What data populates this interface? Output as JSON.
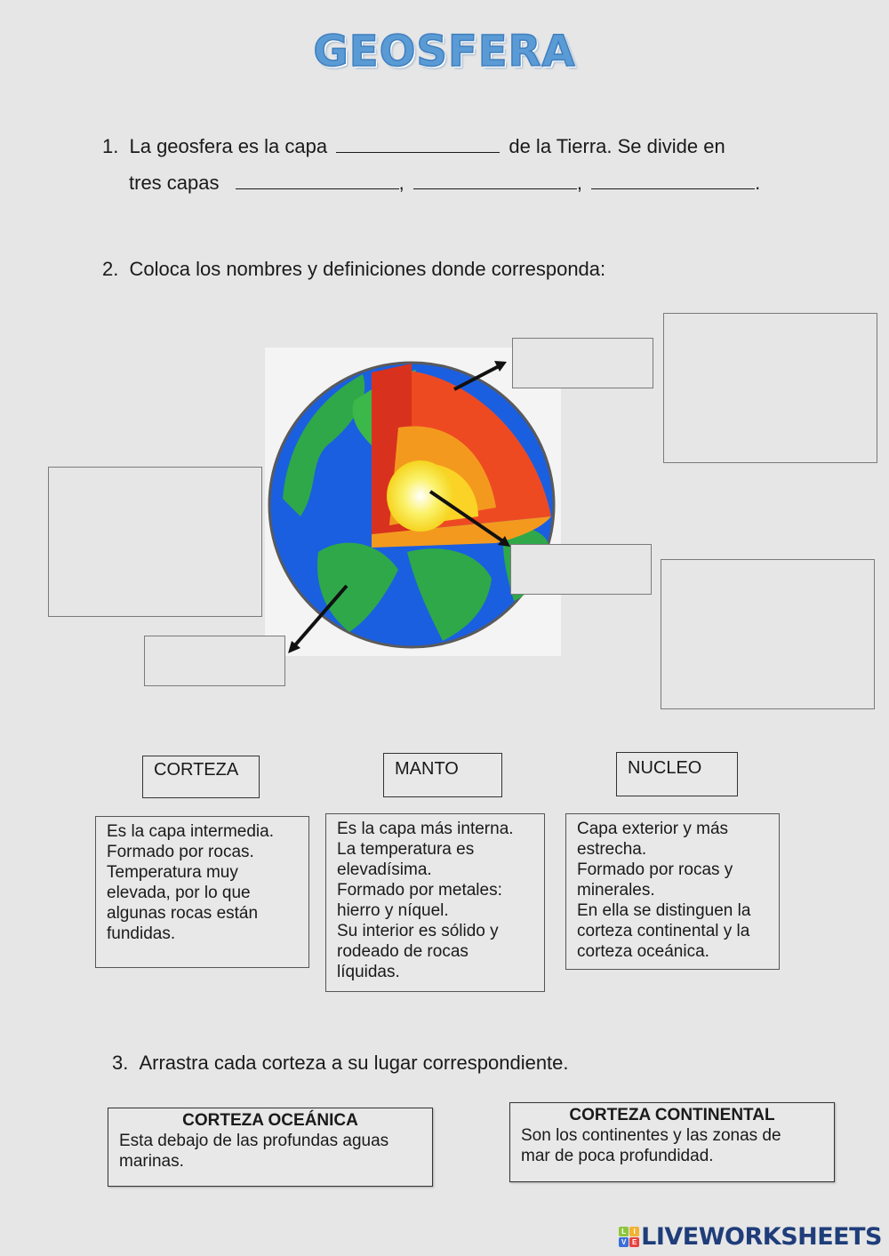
{
  "worksheet": {
    "title": "GEOSFERA",
    "title_color": "#5b9bd5"
  },
  "question1": {
    "number": "1.",
    "text_a": "La geosfera es la capa",
    "text_b": "de la Tierra. Se divide en",
    "text_c": "tres capas",
    "sep1": ",",
    "sep2": ",",
    "end": ".",
    "blanks": [
      "",
      "",
      "",
      ""
    ]
  },
  "question2": {
    "number": "2.",
    "text": "Coloca los nombres y definiciones donde corresponda:",
    "image": {
      "description": "Earth cutaway diagram showing crust, mantle and core",
      "colors": {
        "ocean": "#1a5fe0",
        "land": "#2fa84a",
        "crust": "#d8321e",
        "mantle": "#ee4a22",
        "outer_core": "#f39a1e",
        "inner_core": "#f5e43a"
      }
    },
    "drop_zones": [
      {
        "id": "label-top",
        "value": ""
      },
      {
        "id": "label-middle",
        "value": ""
      },
      {
        "id": "label-bottom",
        "value": ""
      },
      {
        "id": "def-top-right",
        "value": ""
      },
      {
        "id": "def-bottom-right",
        "value": ""
      },
      {
        "id": "def-left",
        "value": ""
      }
    ],
    "labels": [
      "CORTEZA",
      "MANTO",
      "NUCLEO"
    ],
    "definitions": [
      {
        "lines": [
          "Es la capa intermedia.",
          "Formado por rocas.",
          "Temperatura muy",
          "elevada, por lo que",
          "algunas rocas están",
          "fundidas."
        ]
      },
      {
        "lines": [
          "Es la capa más interna.",
          "La temperatura es",
          "elevadísima.",
          "Formado por metales:",
          "hierro y níquel.",
          "Su interior es sólido y",
          "rodeado de rocas",
          "líquidas."
        ]
      },
      {
        "lines": [
          "Capa exterior y más",
          "estrecha.",
          "Formado por rocas y",
          "minerales.",
          "En ella se distinguen la",
          "corteza continental y la",
          "corteza oceánica."
        ]
      }
    ]
  },
  "question3": {
    "number": "3.",
    "text": "Arrastra cada corteza a su lugar correspondiente.",
    "cards": [
      {
        "heading": "CORTEZA OCEÁNICA",
        "lines": [
          "Esta debajo de las profundas aguas",
          "marinas."
        ]
      },
      {
        "heading": "CORTEZA CONTINENTAL",
        "lines": [
          "Son los continentes y las zonas de",
          "mar de poca profundidad."
        ]
      }
    ]
  },
  "branding": {
    "logo_text": "LIVEWORKSHEETS",
    "cube_letters": [
      "L",
      "I",
      "V",
      "E"
    ],
    "cube_colors": [
      "#8cc63f",
      "#2aa9e0",
      "#3b6fd8",
      "#e8413c"
    ]
  }
}
